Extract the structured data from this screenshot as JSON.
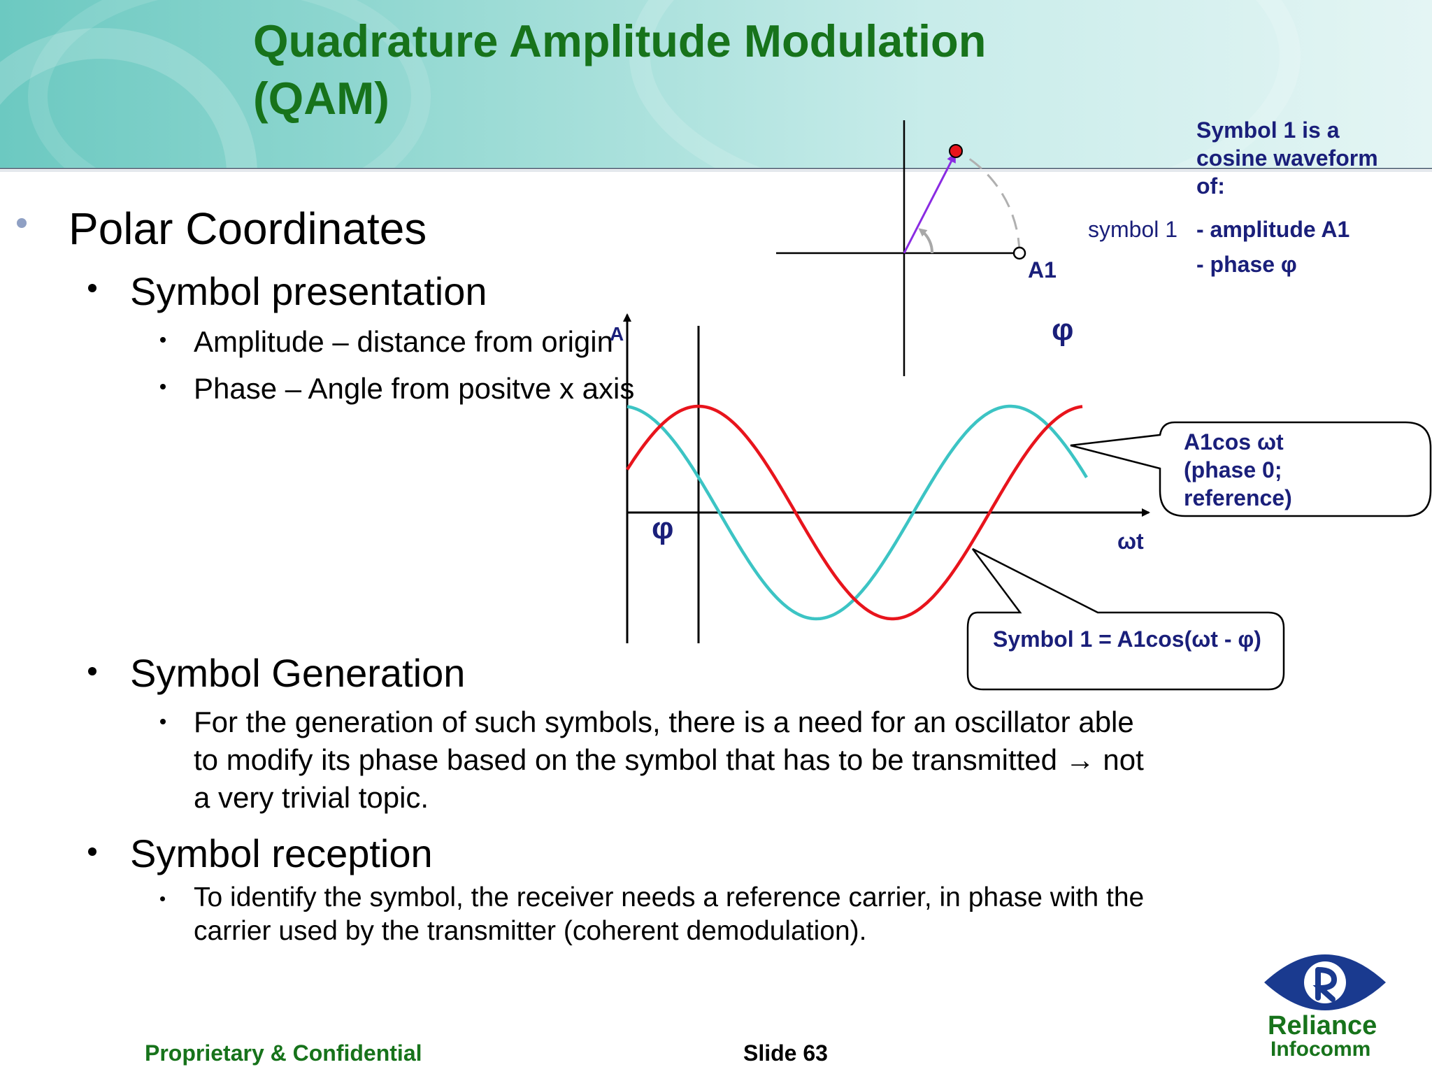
{
  "header": {
    "title": "Quadrature Amplitude Modulation (QAM)"
  },
  "content": {
    "polar": {
      "label": "Polar Coordinates"
    },
    "symbol_presentation": {
      "label": "Symbol presentation",
      "items": [
        "Amplitude – distance from origin",
        "Phase – Angle from positve x axis"
      ]
    },
    "symbol_generation": {
      "label": "Symbol Generation",
      "text": "For the generation of such symbols, there is a need for an oscillator able to modify its phase based on the symbol that has to be transmitted → not a very trivial topic."
    },
    "symbol_reception": {
      "label": "Symbol reception",
      "text": "To identify the symbol, the receiver needs a reference carrier, in phase with the carrier used by the transmitter (coherent demodulation)."
    }
  },
  "diagram": {
    "polar_labels": {
      "a1": "A1",
      "phi": "φ",
      "symbol1": "symbol 1"
    },
    "symbol_description": {
      "intro": "Symbol 1 is a cosine waveform of:",
      "amplitude": "- amplitude A1",
      "phase": "- phase φ"
    },
    "waveform_labels": {
      "y_axis": "A",
      "x_axis": "ωt",
      "phi": "φ"
    },
    "callouts": {
      "reference": "A1cos ωt (phase 0; reference)",
      "symbol": "Symbol 1 = A1cos(ωt - φ)"
    },
    "colors": {
      "reference_wave": "#3cc4c4",
      "symbol_wave": "#e8141c",
      "vector": "#8a2be2",
      "text_navy": "#1a1f7a"
    }
  },
  "footer": {
    "confidential": "Proprietary & Confidential",
    "slide_label": "Slide",
    "slide_number": "63"
  },
  "logo": {
    "name_line1": "Reliance",
    "name_line2": "Infocomm"
  }
}
